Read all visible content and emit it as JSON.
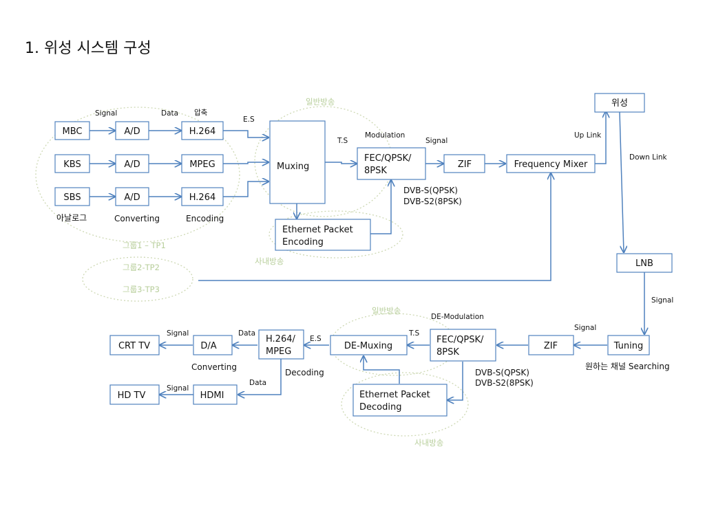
{
  "title": "1. 위성 시스템 구성",
  "nodes": {
    "mbc": "MBC",
    "kbs": "KBS",
    "sbs": "SBS",
    "ad1": "A/D",
    "ad2": "A/D",
    "ad3": "A/D",
    "h264a": "H.264",
    "mpeg": "MPEG",
    "h264b": "H.264",
    "muxing": "Muxing",
    "eth_enc": [
      "Ethernet Packet",
      "Encoding"
    ],
    "fec_tx": [
      "FEC/QPSK/",
      "8PSK"
    ],
    "zif_tx": "ZIF",
    "freq_mixer": "Frequency Mixer",
    "satellite": "위성",
    "lnb": "LNB",
    "tuning": "Tuning",
    "zif_rx": "ZIF",
    "fec_rx": [
      "FEC/QPSK/",
      "8PSK"
    ],
    "demux": "DE-Muxing",
    "eth_dec": [
      "Ethernet Packet",
      "Decoding"
    ],
    "h264_mpeg": [
      "H.264/",
      "MPEG"
    ],
    "da": "D/A",
    "crt_tv": "CRT TV",
    "hdmi": "HDMI",
    "hd_tv": "HD TV"
  },
  "labels": {
    "signal_top": "Signal",
    "data_top": "Data",
    "compress": "압축",
    "es_top": "E.S",
    "ts_top": "T.S",
    "modulation": "Modulation",
    "signal_mod": "Signal",
    "dvb_s_tx": "DVB-S(QPSK)",
    "dvb_s2_tx": "DVB-S2(8PSK)",
    "uplink": "Up Link",
    "downlink": "Down Link",
    "analog": "아날로그",
    "converting_top": "Converting",
    "encoding": "Encoding",
    "signal_lnb": "Signal",
    "signal_tuning": "Signal",
    "de_modulation": "DE-Modulation",
    "ts_bottom": "T.S",
    "es_bottom": "E.S",
    "data_bottom": "Data",
    "signal_crt": "Signal",
    "converting_bottom": "Converting",
    "decoding": "Decoding",
    "data_hdmi": "Data",
    "signal_hdtv": "Signal",
    "dvb_s_rx": "DVB-S(QPSK)",
    "dvb_s2_rx": "DVB-S2(8PSK)",
    "channel_search": "원하는 채널 Searching"
  },
  "groups": {
    "general_top": "일반방송",
    "inhouse_top": "사내방송",
    "group1": "그룹1 – TP1",
    "group2": "그룹2-TP2",
    "group3": "그룹3-TP3",
    "general_bottom": "일반방송",
    "inhouse_bottom": "사내방송"
  },
  "colors": {
    "box_border": "#4f81bd",
    "arrow": "#4f81bd",
    "group_outline": "#cdd8b3",
    "group_text": "#b7ce9a"
  }
}
